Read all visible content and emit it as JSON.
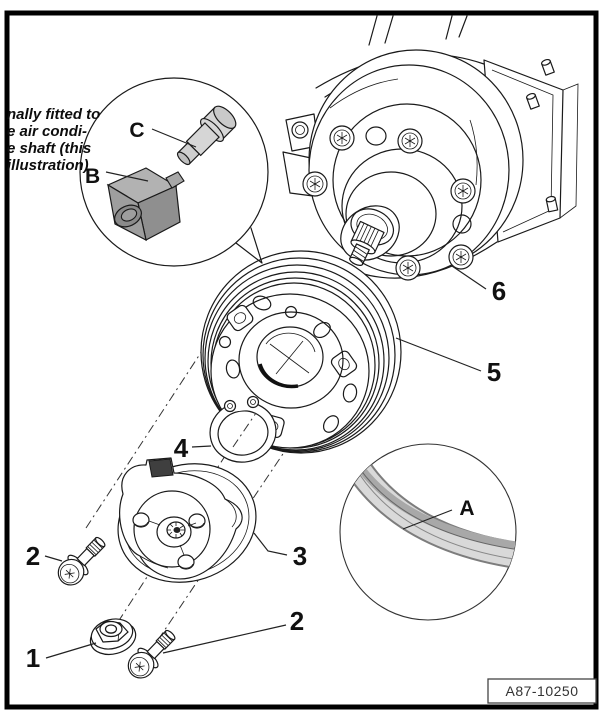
{
  "figure": {
    "type": "exploded-parts-diagram",
    "subject": "Air conditioner compressor clutch and pulley assembly",
    "drawing_number": "A87-10250",
    "caption_fragments": {
      "line1": "nally fitted to",
      "line2": "e air condi-",
      "line3": "e shaft (this",
      "line4": "illustration)"
    },
    "callouts": {
      "c1": "1",
      "c2": "2",
      "c2b": "2",
      "c3": "3",
      "c4": "4",
      "c5": "5",
      "c6": "6",
      "a": "A",
      "b": "B",
      "c": "C"
    },
    "parts": {
      "1": "nut",
      "2": "bolts",
      "3": "clutch drive plate",
      "4": "snap ring",
      "5": "belt pulley",
      "6": "compressor",
      "A": "friction surface detail",
      "B": "valve block detail",
      "C": "plug bolt detail"
    },
    "colors": {
      "line": "#1a1a1a",
      "part_b_gray": "#9b9b9b",
      "part_c_gray": "#d6d6d6",
      "band_light": "#d9d9d9",
      "band_dark": "#a8a8a8"
    }
  }
}
